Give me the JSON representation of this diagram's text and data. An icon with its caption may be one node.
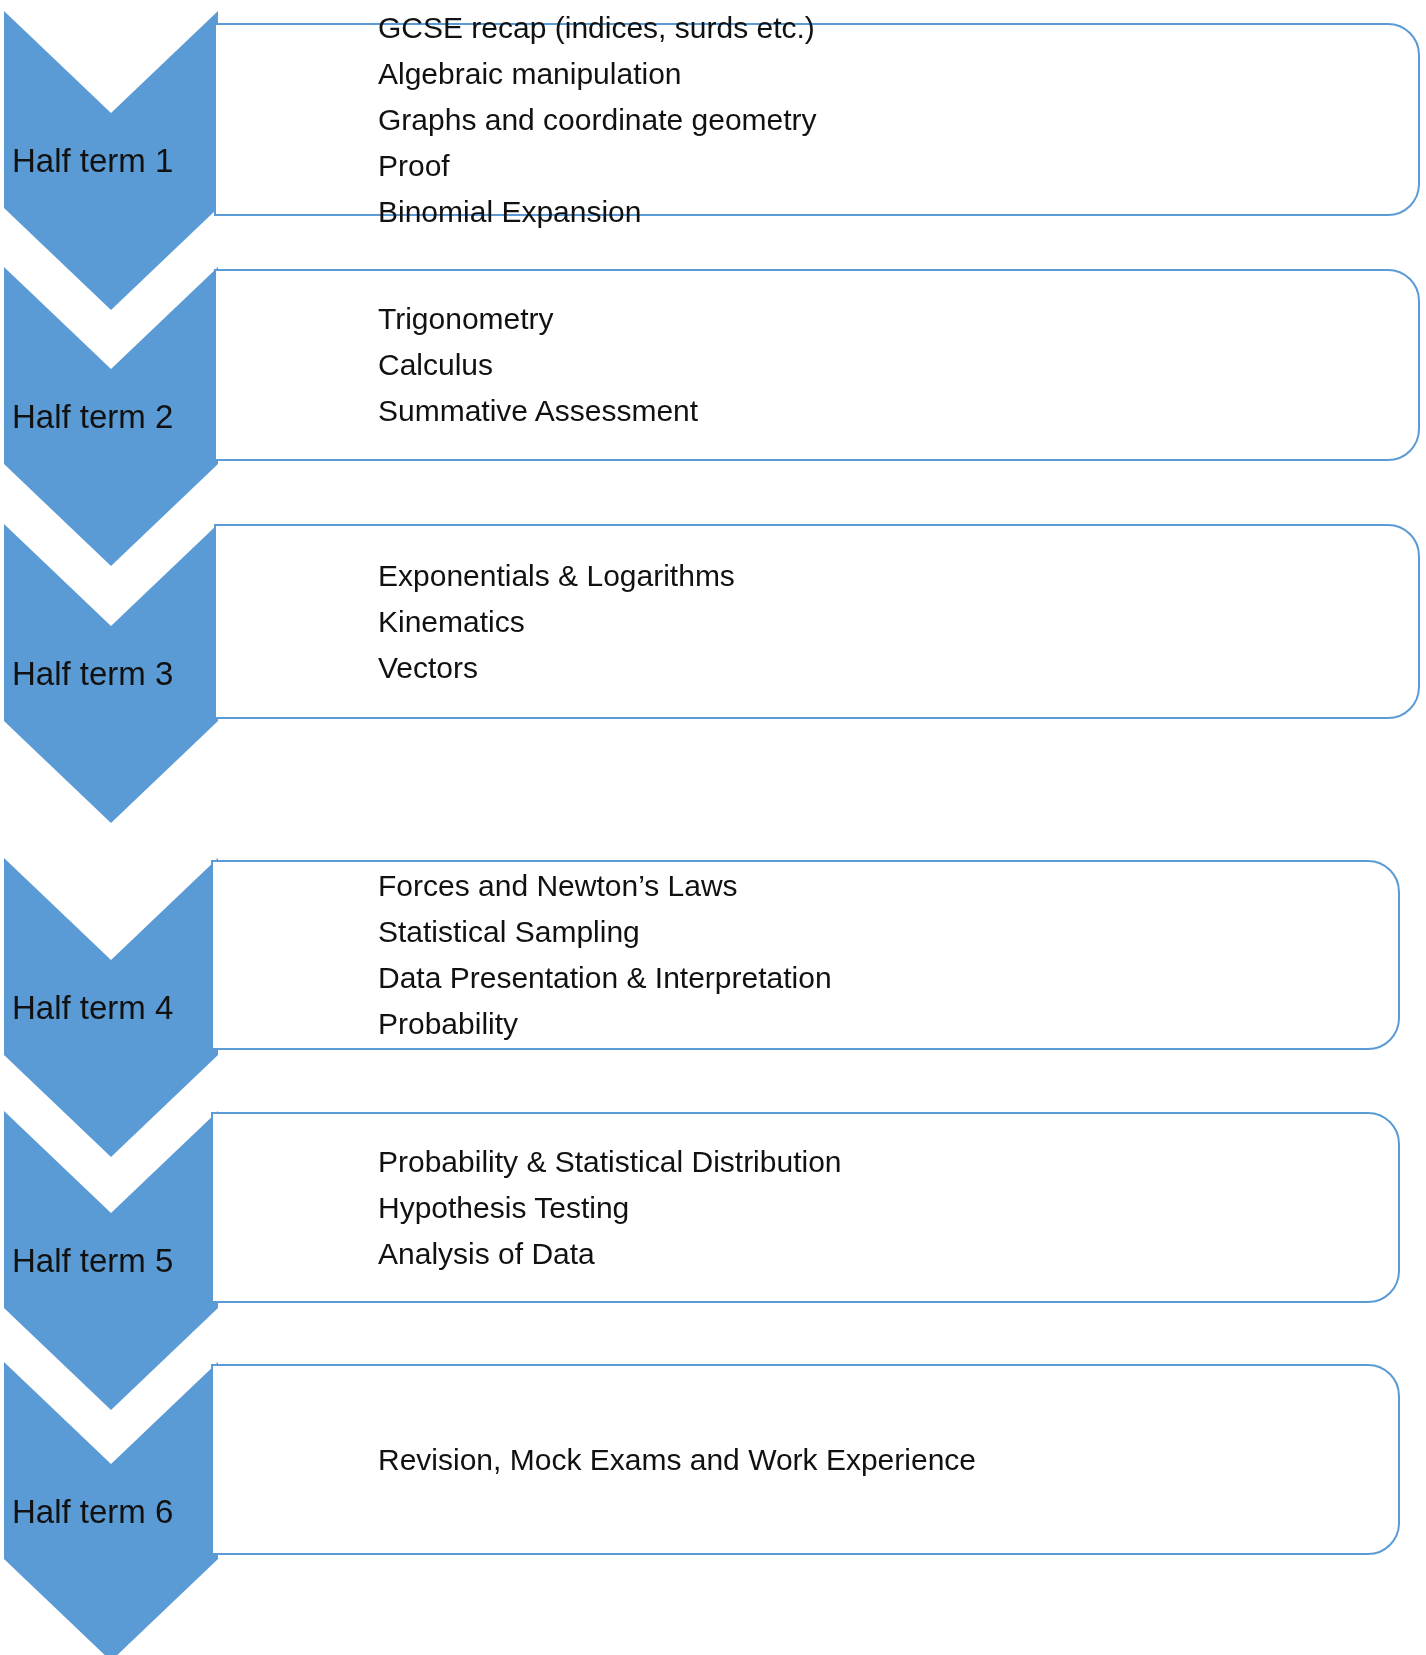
{
  "diagram": {
    "nodes": [
      {
        "text": [
          "Half term 1"
        ]
      },
      {
        "text": [
          "GCSE recap (indices, surds etc.)",
          "Algebraic manipulation",
          "Graphs and coordinate geometry",
          "Proof",
          "Binomial Expansion"
        ]
      },
      {
        "text": [
          "Half term 2"
        ]
      },
      {
        "text": [
          "Trigonometry",
          "Calculus",
          "Summative Assessment"
        ]
      },
      {
        "text": [
          "Half term 3"
        ]
      },
      {
        "text": [
          "Exponentials & Logarithms",
          "Kinematics",
          "Vectors"
        ]
      },
      {
        "text": [
          "Half term 4"
        ]
      },
      {
        "text": [
          "Forces and Newton’s Laws",
          "Statistical Sampling",
          "Data Presentation & Interpretation",
          "Probability"
        ]
      },
      {
        "text": [
          "Half term 5"
        ]
      },
      {
        "text": [
          "Probability & Statistical Distribution",
          "Hypothesis Testing",
          "Analysis of Data"
        ]
      },
      {
        "text": [
          "Half term 6"
        ]
      },
      {
        "text": [
          "Revision, Mock Exams and Work Experience"
        ]
      }
    ]
  }
}
